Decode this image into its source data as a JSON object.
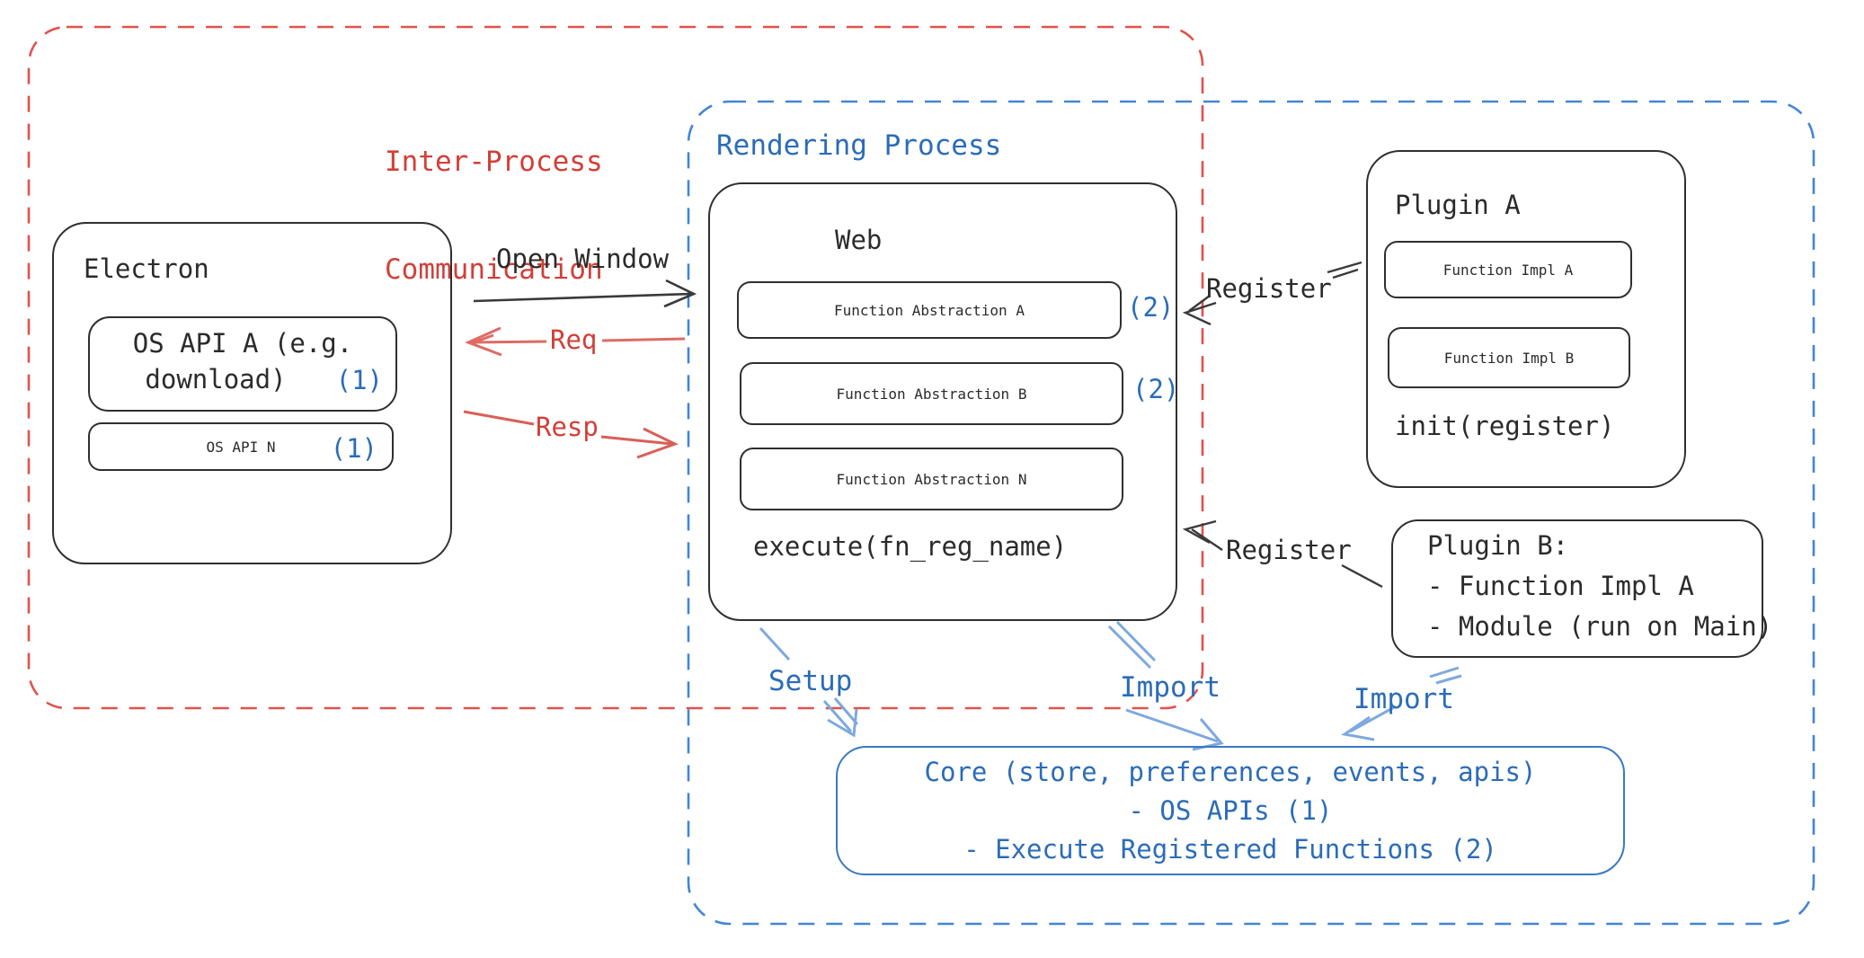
{
  "ipc": {
    "label1": "Inter-Process",
    "label2": "Communication"
  },
  "rendering": {
    "label": "Rendering Process"
  },
  "electron": {
    "title": "Electron",
    "api_a_l1": "OS API A (e.g.",
    "api_a_l2": "download)",
    "api_a_ref": "(1)",
    "api_n": "OS API N",
    "api_n_ref": "(1)"
  },
  "web": {
    "title": "Web",
    "fa_a": "Function Abstraction A",
    "fa_a_ref": "(2)",
    "fa_b": "Function Abstraction B",
    "fa_b_ref": "(2)",
    "fa_n": "Function Abstraction N",
    "execute_fn": "execute(fn_reg_name)"
  },
  "plugin_a": {
    "title": "Plugin A",
    "impl_a": "Function Impl A",
    "impl_b": "Function Impl B",
    "init_fn": "init(register)"
  },
  "plugin_b": {
    "title": "Plugin B:",
    "item_1": "- Function Impl A",
    "item_2": "- Module (run on Main)"
  },
  "core": {
    "line1": "Core (store, preferences, events, apis)",
    "line2": "- OS APIs (1)",
    "line3": "- Execute Registered Functions (2)"
  },
  "labels": {
    "open_window": "Open Window",
    "req": "Req",
    "resp": "Resp",
    "register_top": "Register",
    "register_bottom": "Register",
    "setup": "Setup",
    "import_web": "Import",
    "import_plugin": "Import"
  },
  "colors": {
    "red_dashed": "#e0524c",
    "blue_dashed": "#4285d6",
    "red_text": "#d23f38",
    "blue_text": "#2b6cb8",
    "black_stroke": "#2f2f2f",
    "light_blue_arrow": "#7da9de"
  }
}
